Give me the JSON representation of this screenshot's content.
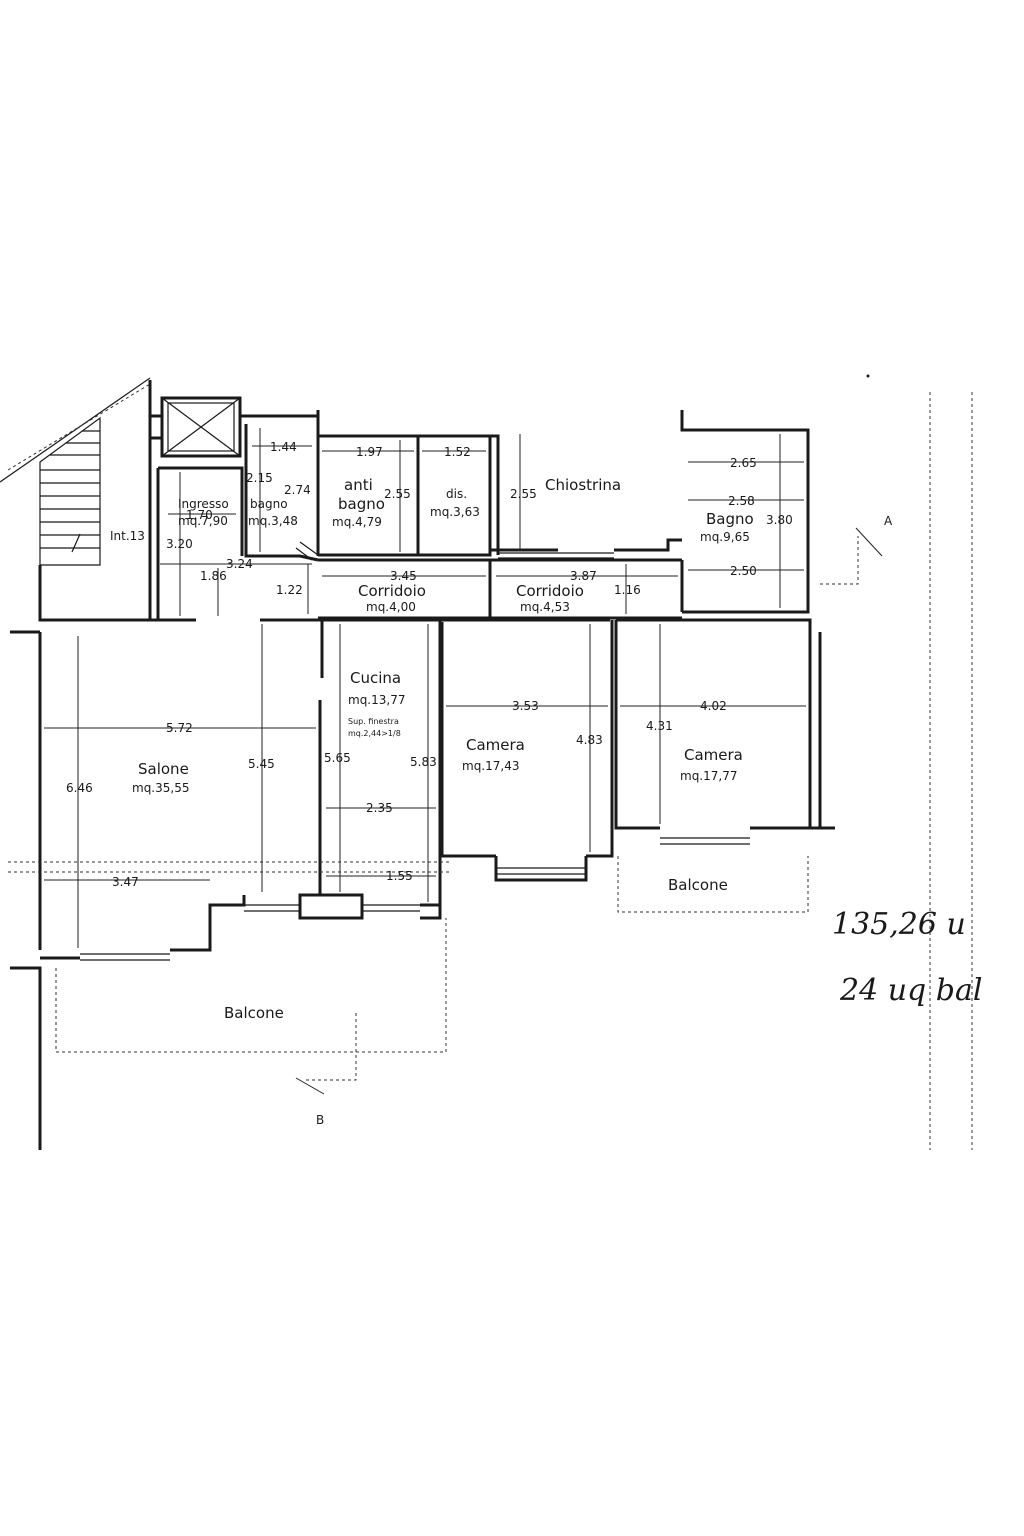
{
  "rooms": {
    "ingresso": {
      "name": "Ingresso",
      "area": "mq.7,90"
    },
    "bagno_small": {
      "name": "bagno",
      "area": "mq.3,48"
    },
    "anti": {
      "name_1": "anti",
      "name_2": "bagno",
      "area": "mq.4,79"
    },
    "dis": {
      "name": "dis.",
      "area": "mq.3,63"
    },
    "chiostrina": {
      "name": "Chiostrina"
    },
    "bagno_big": {
      "name": "Bagno",
      "area": "mq.9,65"
    },
    "corridoio_1": {
      "name": "Corridoio",
      "area": "mq.4,00"
    },
    "corridoio_2": {
      "name": "Corridoio",
      "area": "mq.4,53"
    },
    "cucina": {
      "name": "Cucina",
      "area": "mq.13,77",
      "note_1": "Sup. finestra",
      "note_2": "mq.2,44>1/8"
    },
    "salone": {
      "name": "Salone",
      "area": "mq.35,55"
    },
    "camera_1": {
      "name": "Camera",
      "area": "mq.17,43"
    },
    "camera_2": {
      "name": "Camera",
      "area": "mq.17,77"
    },
    "balcone_right": {
      "name": "Balcone"
    },
    "balcone_bottom": {
      "name": "Balcone"
    }
  },
  "labels": {
    "int": "Int.13",
    "section_a": "A",
    "section_b": "B"
  },
  "dimensions": {
    "d144": "1.44",
    "d197": "1.97",
    "d152": "1.52",
    "d265": "2.65",
    "d170": "1.70",
    "d215": "2.15",
    "d274": "2.74",
    "d255a": "2.55",
    "d255b": "2.55",
    "d258": "2.58",
    "d380": "3.80",
    "d320": "3.20",
    "d324": "3.24",
    "d186": "1.86",
    "d122": "1.22",
    "d345": "3.45",
    "d387": "3.87",
    "d116": "1.16",
    "d250": "2.50",
    "d572": "5.72",
    "d545": "5.45",
    "d565": "5.65",
    "d583": "5.83",
    "d646": "6.46",
    "d353": "3.53",
    "d483": "4.83",
    "d431": "4.31",
    "d402": "4.02",
    "d235": "2.35",
    "d347": "3.47",
    "d155": "1.55"
  },
  "handwritten": {
    "line_1": "135,26 u",
    "line_2": "24 uq bal"
  }
}
